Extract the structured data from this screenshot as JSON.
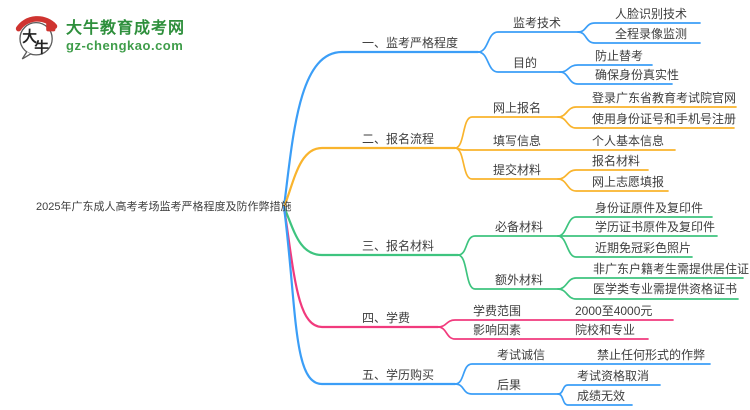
{
  "logo": {
    "site_name": "大牛教育成考网",
    "site_domain": "gz-chengkao.com",
    "icon_char_top": "大",
    "icon_char_bottom": "牛",
    "colors": {
      "green": "#2e8f3c",
      "domain_green": "#3f9d4a",
      "red": "#cf3430",
      "ink": "#222222"
    }
  },
  "mindmap": {
    "root": {
      "label": "2025年广东成人高考考场监考严格程度及防作弊措施"
    },
    "text_color": "#3e3e3e",
    "branches": [
      {
        "label": "一、监考严格程度",
        "color": "#3b9ef7",
        "children": [
          {
            "label": "监考技术",
            "children": [
              {
                "label": "人脸识别技术"
              },
              {
                "label": "全程录像监测"
              }
            ]
          },
          {
            "label": "目的",
            "children": [
              {
                "label": "防止替考"
              },
              {
                "label": "确保身份真实性"
              }
            ]
          }
        ]
      },
      {
        "label": "二、报名流程",
        "color": "#f9b42d",
        "children": [
          {
            "label": "网上报名",
            "children": [
              {
                "label": "登录广东省教育考试院官网"
              },
              {
                "label": "使用身份证号和手机号注册"
              }
            ]
          },
          {
            "label": "填写信息",
            "children": [
              {
                "label": "个人基本信息"
              }
            ]
          },
          {
            "label": "提交材料",
            "children": [
              {
                "label": "报名材料"
              },
              {
                "label": "网上志愿填报"
              }
            ]
          }
        ]
      },
      {
        "label": "三、报名材料",
        "color": "#3ec47f",
        "children": [
          {
            "label": "必备材料",
            "children": [
              {
                "label": "身份证原件及复印件"
              },
              {
                "label": "学历证书原件及复印件"
              },
              {
                "label": "近期免冠彩色照片"
              }
            ]
          },
          {
            "label": "额外材料",
            "children": [
              {
                "label": "非广东户籍考生需提供居住证"
              },
              {
                "label": "医学类专业需提供资格证书"
              }
            ]
          }
        ]
      },
      {
        "label": "四、学费",
        "color": "#f13a7d",
        "children": [
          {
            "label": "学费范围",
            "children": [
              {
                "label": "2000至4000元"
              }
            ]
          },
          {
            "label": "影响因素",
            "children": [
              {
                "label": "院校和专业"
              }
            ]
          }
        ]
      },
      {
        "label": "五、学历购买",
        "color": "#3b9ef7",
        "children": [
          {
            "label": "考试诚信",
            "children": [
              {
                "label": "禁止任何形式的作弊"
              }
            ]
          },
          {
            "label": "后果",
            "children": [
              {
                "label": "考试资格取消"
              },
              {
                "label": "成绩无效"
              }
            ]
          }
        ]
      }
    ]
  }
}
